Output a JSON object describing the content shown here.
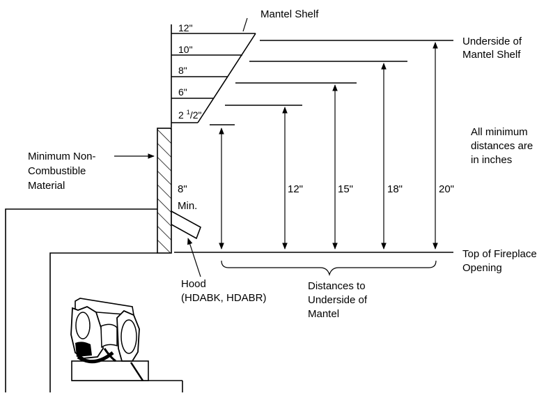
{
  "labels": {
    "mantel_shelf": "Mantel Shelf",
    "underside_line1": "Underside of",
    "underside_line2": "Mantel Shelf",
    "all_min_line1": "All minimum",
    "all_min_line2": "distances are",
    "all_min_line3": "in inches",
    "min_noncomb_line1": "Minimum Non-",
    "min_noncomb_line2": "Combustible",
    "min_noncomb_line3": "Material",
    "top_opening_line1": "Top of Fireplace",
    "top_opening_line2": "Opening",
    "hood_line1": "Hood",
    "hood_line2": "(HDABK, HDABR)",
    "distances_line1": "Distances to",
    "distances_line2": "Underside of",
    "distances_line3": "Mantel"
  },
  "shelf_depths": {
    "d12": "12\"",
    "d10": "10\"",
    "d8": "8\"",
    "d6": "6\"",
    "d2_whole": "2",
    "d2_num": "1",
    "d2_den": "/2\""
  },
  "clearances": {
    "c8": "8\"",
    "c8_min": "Min.",
    "c12": "12\"",
    "c15": "15\"",
    "c18": "18\"",
    "c20": "20\""
  }
}
